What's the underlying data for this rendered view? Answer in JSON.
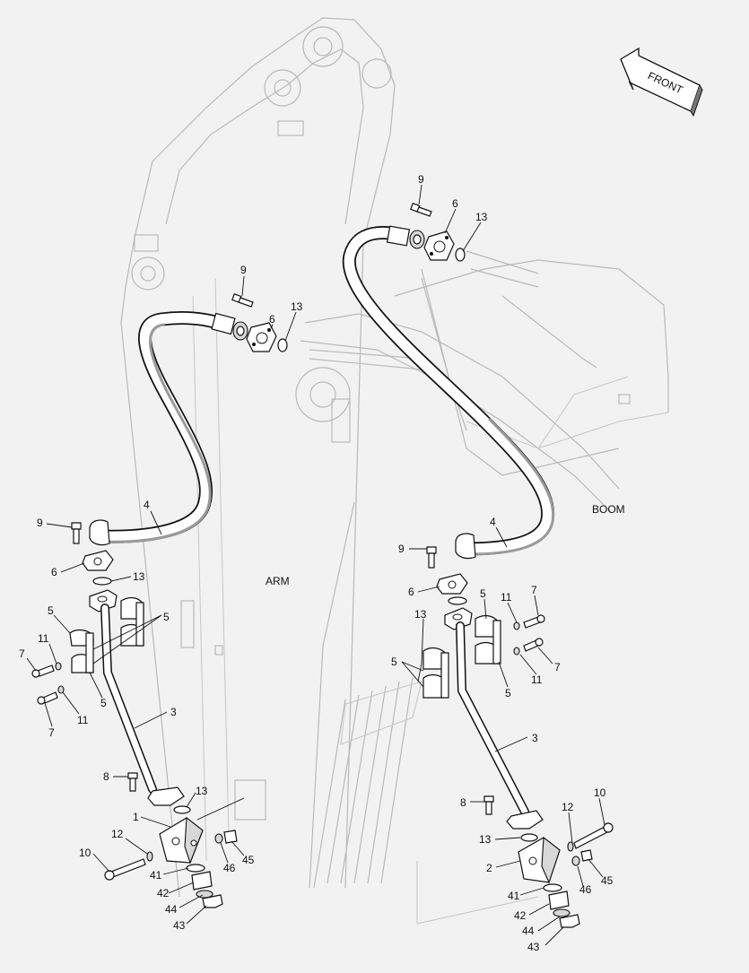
{
  "labels": {
    "front": "FRONT",
    "arm": "ARM",
    "boom": "BOOM"
  },
  "callouts": {
    "l9": "9",
    "l6": "6",
    "l13": "13",
    "l4": "4",
    "l5": "5",
    "l11": "11",
    "l7": "7",
    "l3": "3",
    "l8": "8",
    "l1": "1",
    "l2": "2",
    "l10": "10",
    "l12": "12",
    "l41": "41",
    "l42": "42",
    "l43": "43",
    "l44": "44",
    "l45": "45",
    "l46": "46"
  }
}
